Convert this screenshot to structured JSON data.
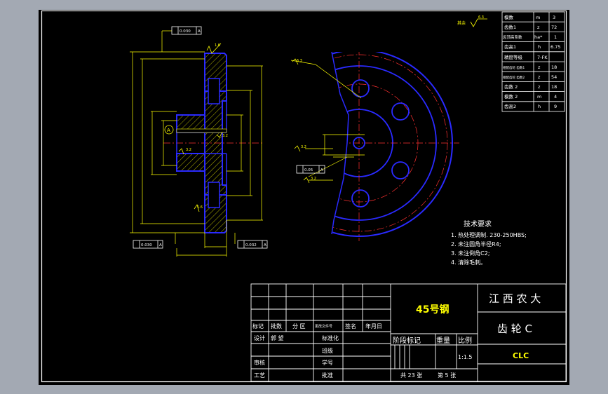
{
  "colors": {
    "background": "#a3a9b3",
    "sheet": "#000000",
    "frame": "#ffffff",
    "part_outline": "#2a2aff",
    "dimension": "#ffff00",
    "centerline": "#ff3030"
  },
  "param_table": {
    "rows": [
      {
        "name": "模数",
        "sym": "m",
        "val": "3"
      },
      {
        "name": "齿数1",
        "sym": "z",
        "val": "72"
      },
      {
        "name": "齿顶高系数",
        "sym": "ha*",
        "val": "1"
      },
      {
        "name": "齿高1",
        "sym": "h",
        "val": "6.75"
      },
      {
        "name": "精度等级",
        "sym": "7-FK",
        "val": ""
      },
      {
        "name": "相配齿轮 齿数1",
        "sym": "z",
        "val": "18"
      },
      {
        "name": "相配齿轮 齿数2",
        "sym": "z",
        "val": "54"
      },
      {
        "name": "齿数 2",
        "sym": "z",
        "val": "18"
      },
      {
        "name": "模数 2",
        "sym": "m",
        "val": "4"
      },
      {
        "name": "齿高2",
        "sym": "h",
        "val": "9"
      }
    ]
  },
  "roughness": {
    "rest": "其余",
    "top": "6.3"
  },
  "section_view": {
    "datum": "A",
    "tolerance_top": "0.030",
    "tolerance_bottom_left": "0.030",
    "tolerance_bottom_right": "0.032",
    "roughness_labels": [
      "1.6",
      "3.2",
      "1.6",
      "3.2"
    ]
  },
  "front_view": {
    "tolerance": "0.05",
    "roughness_labels": [
      "6.3",
      "3.2",
      "3.2"
    ]
  },
  "technical_requirements": {
    "title": "技术要求",
    "items": [
      "1. 热处理调制. 230-250HBS;",
      "2. 未注圆角半径R4;",
      "3. 未注倒角C2;",
      "4. 清除毛刺。"
    ]
  },
  "title_block": {
    "material": "45号钢",
    "school": "江 西 农 大",
    "part_name": "齿 轮 C",
    "drawing_code": "CLC",
    "revision_headers": [
      "标记",
      "批数",
      "分 区",
      "更改文件号",
      "签名",
      "年月日"
    ],
    "sign_labels": [
      "设计",
      "审核",
      "工艺"
    ],
    "design_name": "郭 望",
    "std_labels": [
      "标准化",
      "班级",
      "学号",
      "批准"
    ],
    "stage_headers": [
      "阶段标记",
      "重量",
      "比例"
    ],
    "scale": "1:1.5",
    "total_sheets": "共 23 张",
    "sheet_no": "第 5 张"
  }
}
